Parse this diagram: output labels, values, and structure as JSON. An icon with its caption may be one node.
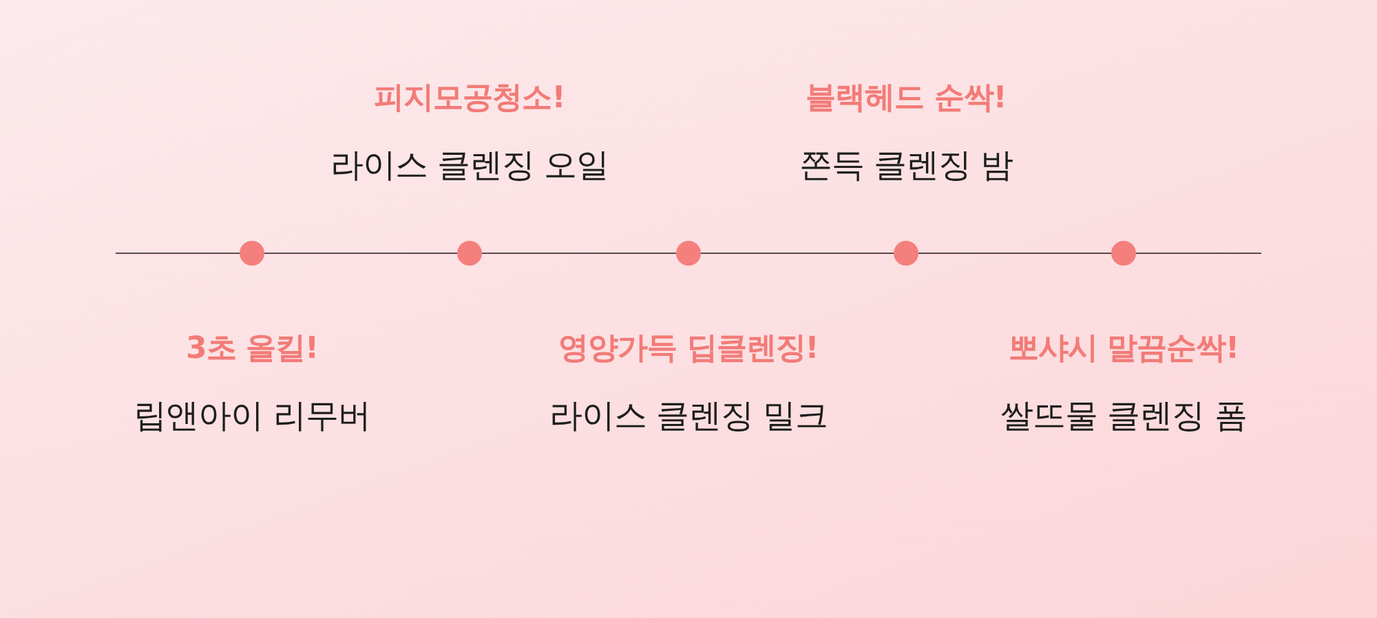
{
  "diagram": {
    "nodes": [
      {
        "text": [],
        "shape": "circle"
      },
      {
        "text": [],
        "shape": "circle"
      },
      {
        "text": [],
        "shape": "circle"
      },
      {
        "text": [],
        "shape": "circle"
      },
      {
        "text": [],
        "shape": "circle"
      }
    ],
    "edges": [
      {
        "from": null,
        "to": 0,
        "arrow": "none"
      },
      {
        "from": 0,
        "to": 1,
        "arrow": "none"
      },
      {
        "from": 1,
        "to": 2,
        "arrow": "none"
      },
      {
        "from": 2,
        "to": 3,
        "arrow": "none"
      },
      {
        "from": 3,
        "to": 4,
        "arrow": "none"
      },
      {
        "from": 4,
        "to": null,
        "arrow": "none"
      }
    ],
    "labels": [
      "피지모공청소!",
      "라이스 클렌징 오일",
      "블랙헤드 순싹!",
      "쫀득 클렌징 밤",
      "3초 올킬!",
      "립앤아이 리무버",
      "영양가득 딥클렌징!",
      "라이스 클렌징 밀크",
      "뽀샤시 말끔순싹!",
      "쌀뜨물 클렌징 폼"
    ]
  }
}
